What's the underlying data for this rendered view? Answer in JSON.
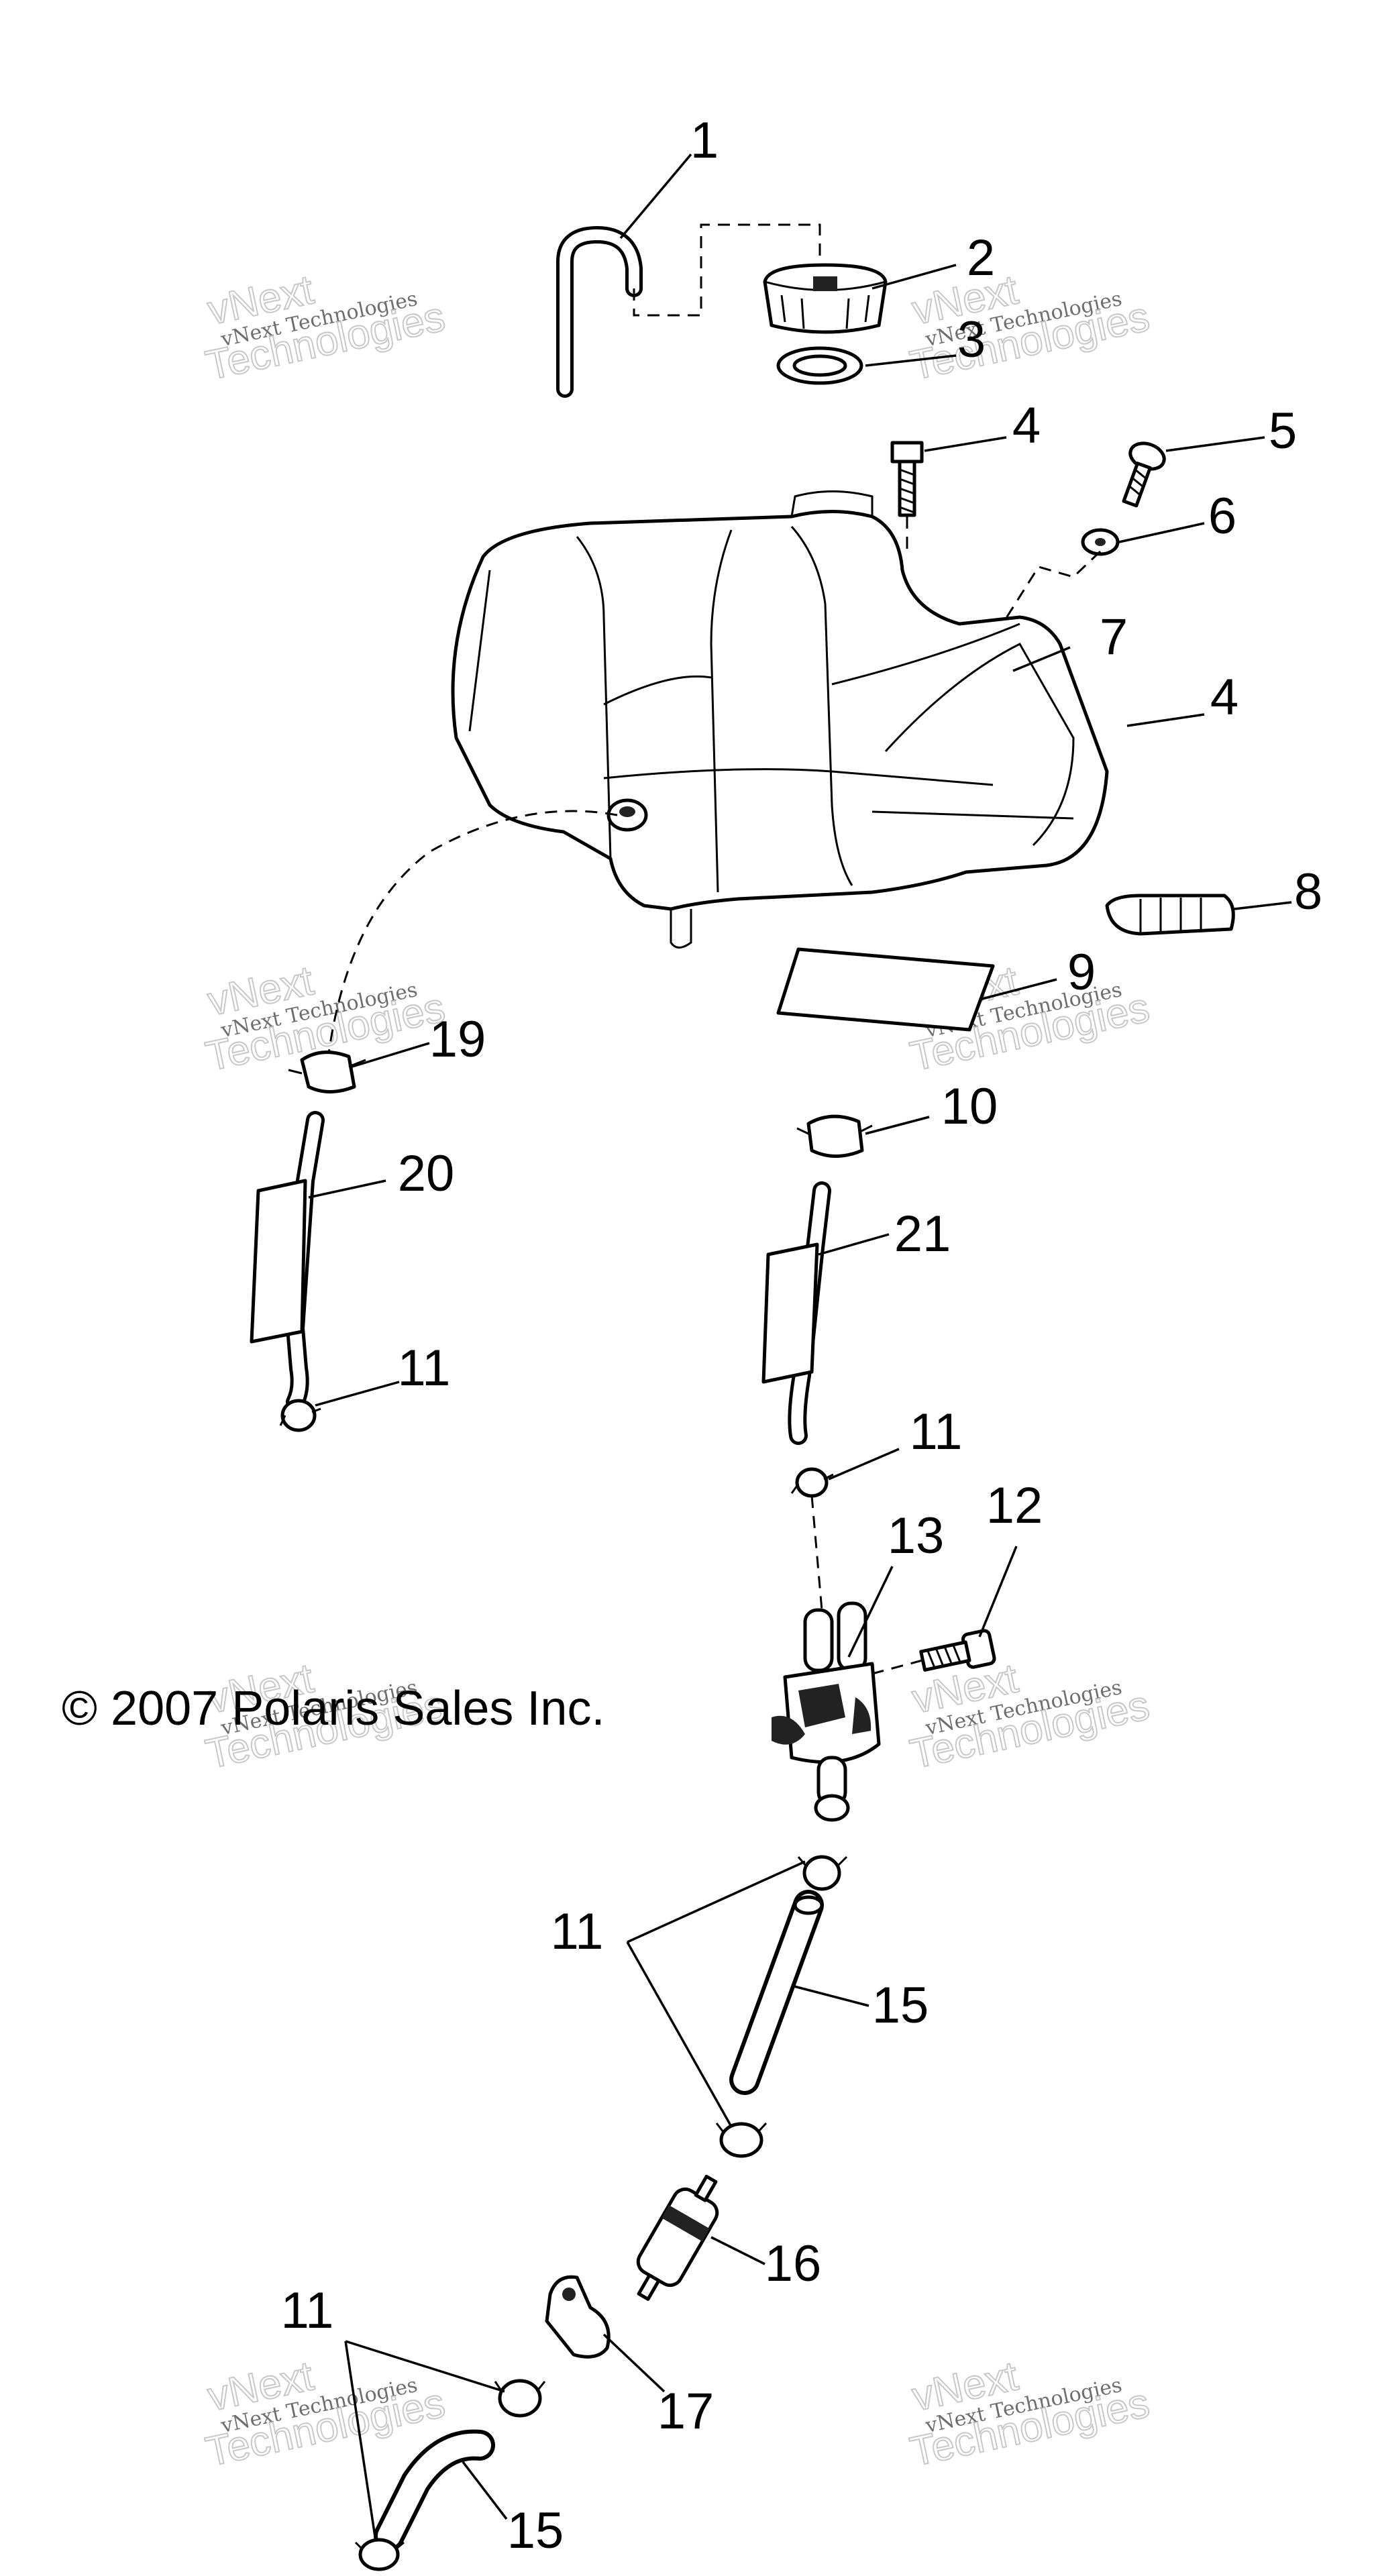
{
  "copyright": "© 2007 Polaris Sales Inc.",
  "watermark": {
    "line1": "vNext Technologies",
    "line2": "vNext",
    "line3": "Technologies"
  },
  "callouts": [
    "1",
    "2",
    "3",
    "4",
    "5",
    "6",
    "7",
    "4",
    "8",
    "9",
    "19",
    "10",
    "20",
    "21",
    "11",
    "11",
    "12",
    "13",
    "11",
    "15",
    "16",
    "17",
    "11",
    "15"
  ]
}
